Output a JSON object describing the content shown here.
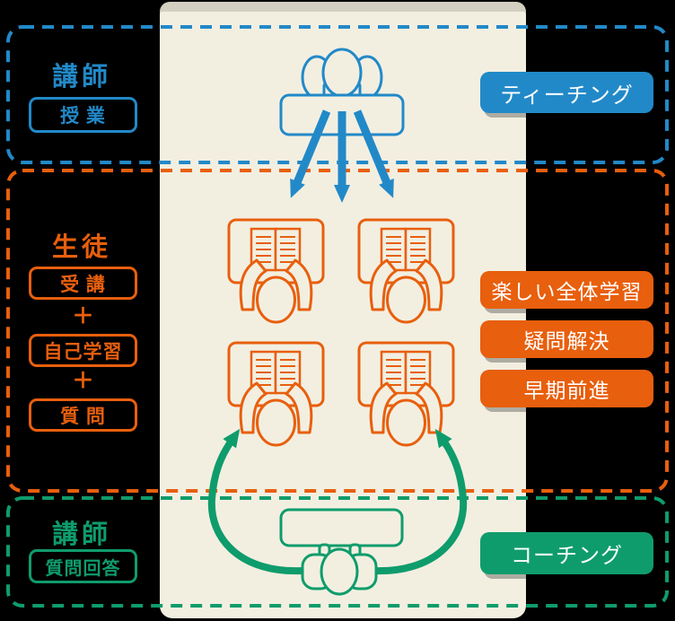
{
  "diagram": {
    "colors": {
      "blue": "#2289c8",
      "orange": "#e85f0d",
      "green": "#0f9c6c",
      "panel": "#f2efe1",
      "panel_cap": "#d3cfc1",
      "background": "#000000",
      "label_text": "#ffffff"
    },
    "teacher_section": {
      "role": "講師",
      "activity": "授 業",
      "method": "ティーチング"
    },
    "student_section": {
      "role": "生徒",
      "activity_1": "受 講",
      "plus": "+",
      "activity_2": "自己学習",
      "activity_3": "質 問",
      "benefit_1": "楽しい全体学習",
      "benefit_2": "疑問解決",
      "benefit_3": "早期前進"
    },
    "coach_section": {
      "role": "講師",
      "activity": "質問回答",
      "method": "コーチング"
    },
    "icons": {
      "teacher_figure": "instructor-at-desk",
      "student_figure": "student-reading-open-book",
      "coach_figure": "coach-at-desk",
      "teaching_arrows": "three-arrows-down",
      "coaching_arrows": "two-curved-arrows-up"
    }
  }
}
